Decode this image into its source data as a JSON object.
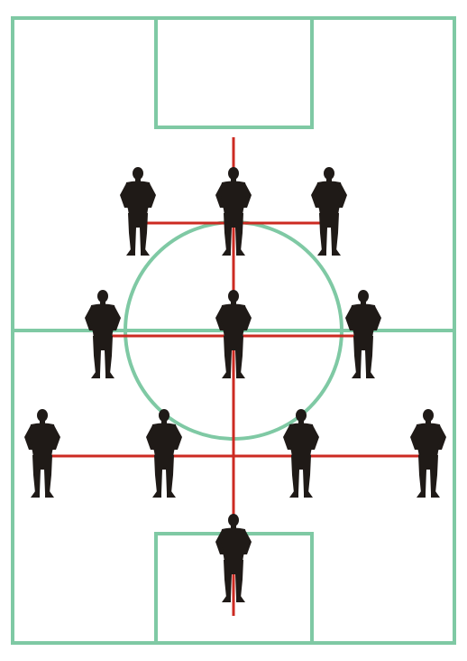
{
  "diagram": {
    "kind": "football formation",
    "formation": "4-3-3",
    "colors": {
      "pitch_lines": "#7fc9a4",
      "formation_lines": "#cc2a22",
      "players": "#1f1a17",
      "background": "#ffffff"
    },
    "players": [
      {
        "role": "goalkeeper",
        "icon": "player-silhouette-icon"
      },
      {
        "role": "left-back",
        "icon": "player-silhouette-icon"
      },
      {
        "role": "left-center-back",
        "icon": "player-silhouette-icon"
      },
      {
        "role": "right-center-back",
        "icon": "player-silhouette-icon"
      },
      {
        "role": "right-back",
        "icon": "player-silhouette-icon"
      },
      {
        "role": "left-midfielder",
        "icon": "player-silhouette-icon"
      },
      {
        "role": "center-midfielder",
        "icon": "player-silhouette-icon"
      },
      {
        "role": "right-midfielder",
        "icon": "player-silhouette-icon"
      },
      {
        "role": "left-forward",
        "icon": "player-silhouette-icon"
      },
      {
        "role": "center-forward",
        "icon": "player-silhouette-icon"
      },
      {
        "role": "right-forward",
        "icon": "player-silhouette-icon"
      }
    ]
  }
}
